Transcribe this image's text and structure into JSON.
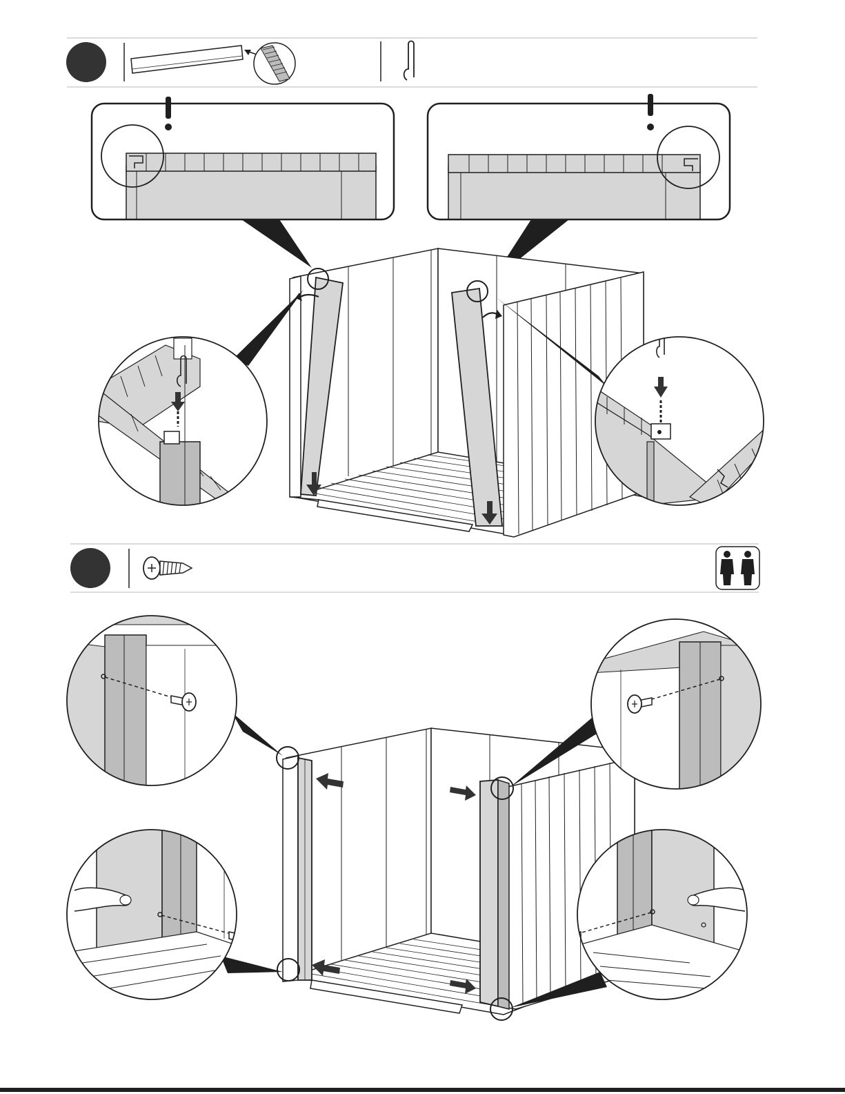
{
  "document": {
    "type": "assembly-instructions",
    "colors": {
      "ink": "#1f1f1f",
      "panel_fill": "#d6d6d6",
      "panel_dark": "#bcbcbc",
      "step_badge": "#333333",
      "paper": "#ffffff",
      "rule": "#cfcfcf"
    }
  },
  "step_a": {
    "badge_label": "",
    "parts": [
      "wall-panel",
      "panel-edge-detail",
      "metal-clip"
    ],
    "callouts": [
      "warning-left-top-corner",
      "warning-right-top-corner"
    ],
    "zoom_details": [
      "clip-insert-left",
      "clip-insert-right"
    ],
    "arrows": [
      "rotate-left-panel",
      "rotate-right-panel",
      "press-down-left",
      "press-down-right"
    ]
  },
  "step_b": {
    "badge_label": "",
    "parts": [
      "screw"
    ],
    "people_required": 2,
    "people_icon": "two-person-icon",
    "zoom_details": [
      "screw-top-left",
      "screw-top-right",
      "screw-bottom-left",
      "screw-bottom-right"
    ],
    "arrows": [
      "push-top-left",
      "push-top-right",
      "push-bottom-left",
      "push-bottom-right"
    ]
  }
}
